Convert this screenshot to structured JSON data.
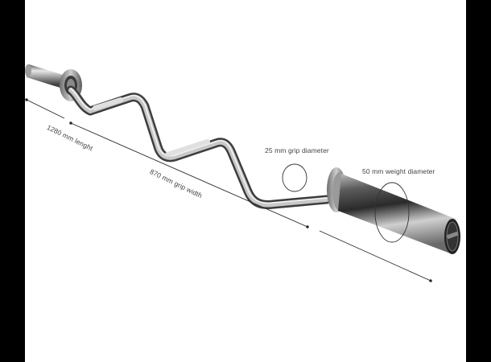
{
  "image": {
    "subject": "EZ curl barbell",
    "background": "#ffffff",
    "border_color": "#000000"
  },
  "annotations": {
    "length": "1280 mm lenght",
    "grip_width": "870 mm grip width",
    "grip_diameter": "25 mm grip diameter",
    "weight_diameter": "50 mm weight diameter"
  },
  "icons": {
    "barbell": "ez-curl-bar-illustration",
    "dimension_lines": "arrow-dimension-lines",
    "diameter_circles": "ellipse-callouts"
  }
}
